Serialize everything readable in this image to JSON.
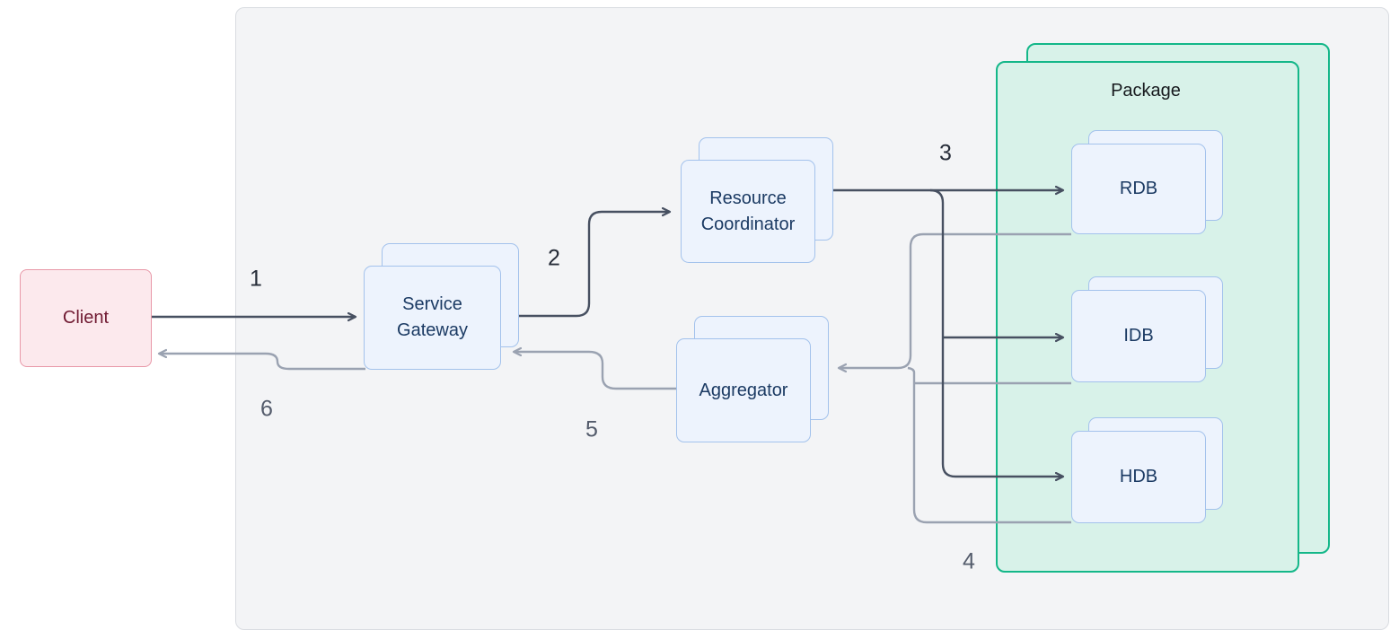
{
  "diagram": {
    "boundary": {
      "description": "system-boundary"
    },
    "nodes": {
      "client": {
        "label": "Client"
      },
      "service_gateway": {
        "label": "Service Gateway"
      },
      "resource_coordinator": {
        "label": "Resource Coordinator"
      },
      "aggregator": {
        "label": "Aggregator"
      },
      "package": {
        "label": "Package"
      },
      "rdb": {
        "label": "RDB"
      },
      "idb": {
        "label": "IDB"
      },
      "hdb": {
        "label": "HDB"
      }
    },
    "flows": [
      {
        "label": "1",
        "tone": "dark",
        "from": "Client",
        "to": "Service Gateway"
      },
      {
        "label": "2",
        "tone": "dark",
        "from": "Service Gateway",
        "to": "Resource Coordinator"
      },
      {
        "label": "3",
        "tone": "dark",
        "from": "Resource Coordinator",
        "to": "RDB, IDB, HDB"
      },
      {
        "label": "4",
        "tone": "gray",
        "from": "RDB, IDB, HDB",
        "to": "Aggregator"
      },
      {
        "label": "5",
        "tone": "gray",
        "from": "Aggregator",
        "to": "Service Gateway"
      },
      {
        "label": "6",
        "tone": "gray",
        "from": "Service Gateway",
        "to": "Client"
      }
    ],
    "colors": {
      "canvas_bg": "#ffffff",
      "boundary_fill": "#f3f4f6",
      "boundary_border": "#d9dce1",
      "node_fill": "#edf3fd",
      "node_border": "#a3c2ec",
      "node_text": "#1b3a63",
      "client_fill": "#fce9ed",
      "client_border": "#e898a8",
      "client_text": "#701a32",
      "package_fill": "#d8f2e9",
      "package_border": "#14b789",
      "package_text": "#16191d",
      "arrow_dark": "#475061",
      "arrow_gray": "#9aa2b1",
      "label_dark": "#262c38",
      "label_gray": "#535b6b"
    }
  }
}
